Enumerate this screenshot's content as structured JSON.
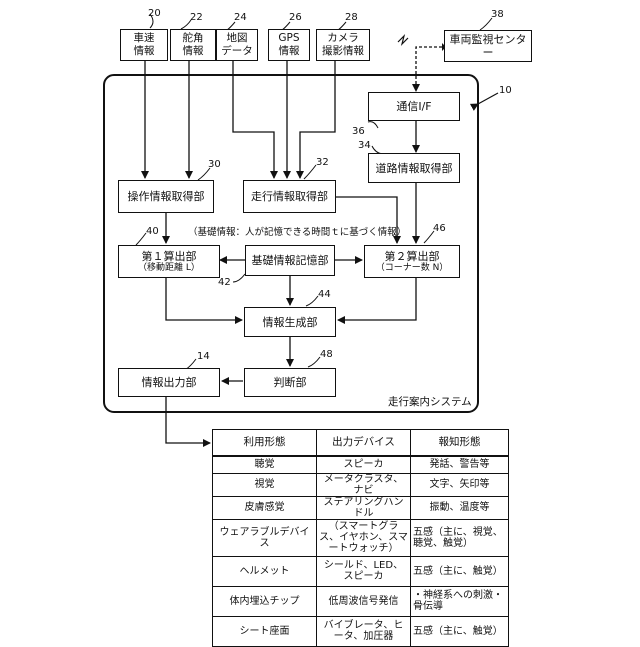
{
  "sources": {
    "vehicle_speed": {
      "ref": "20",
      "lines": [
        "車速",
        "情報"
      ]
    },
    "steering": {
      "ref": "22",
      "lines": [
        "舵角",
        "情報"
      ]
    },
    "map": {
      "ref": "24",
      "lines": [
        "地図",
        "データ"
      ]
    },
    "gps": {
      "ref": "26",
      "lines": [
        "GPS",
        "情報"
      ]
    },
    "camera": {
      "ref": "28",
      "lines": [
        "カメラ",
        "撮影情報"
      ]
    }
  },
  "monitoring_center": {
    "ref": "38",
    "label": "車両監視センター"
  },
  "system": {
    "ref": "10",
    "label": "走行案内システム"
  },
  "blocks": {
    "comm_if": {
      "ref": "36",
      "label": "通信I/F"
    },
    "road_info": {
      "ref": "34",
      "label": "道路情報取得部"
    },
    "operation_info": {
      "ref": "30",
      "label": "操作情報取得部"
    },
    "travel_info": {
      "ref": "32",
      "label": "走行情報取得部"
    },
    "calc1": {
      "ref": "40",
      "label": "第１算出部",
      "sub": "（移動距離 L）"
    },
    "basic_storage": {
      "ref": "42",
      "label": "基礎情報記憶部"
    },
    "calc2": {
      "ref": "46",
      "label": "第２算出部",
      "sub": "（コーナー数 N）"
    },
    "info_gen": {
      "ref": "44",
      "label": "情報生成部"
    },
    "judge": {
      "ref": "48",
      "label": "判断部"
    },
    "info_output": {
      "ref": "14",
      "label": "情報出力部"
    }
  },
  "basic_info_note": "（基礎情報：人が記憶できる時間ｔに基づく情報）",
  "table": {
    "headers": [
      "利用形態",
      "出力デバイス",
      "報知形態"
    ],
    "rows": [
      [
        "聴覚",
        "スピーカ",
        "発話、警告等"
      ],
      [
        "視覚",
        "メータクラスタ、ナビ",
        "文字、矢印等"
      ],
      [
        "皮膚感覚",
        "ステアリングハンドル",
        "振動、温度等"
      ],
      [
        "ウェアラブルデバイス",
        "（スマートグラス、イヤホン、スマートウォッチ）",
        "五感（主に、視覚、聴覚、触覚）"
      ],
      [
        "ヘルメット",
        "シールド、LED、スピーカ",
        "五感（主に、触覚）"
      ],
      [
        "体内埋込チップ",
        "低周波信号発信",
        "・神経系への刺激・骨伝導"
      ],
      [
        "シート座面",
        "バイブレータ、ヒータ、加圧器",
        "五感（主に、触覚）"
      ]
    ]
  }
}
